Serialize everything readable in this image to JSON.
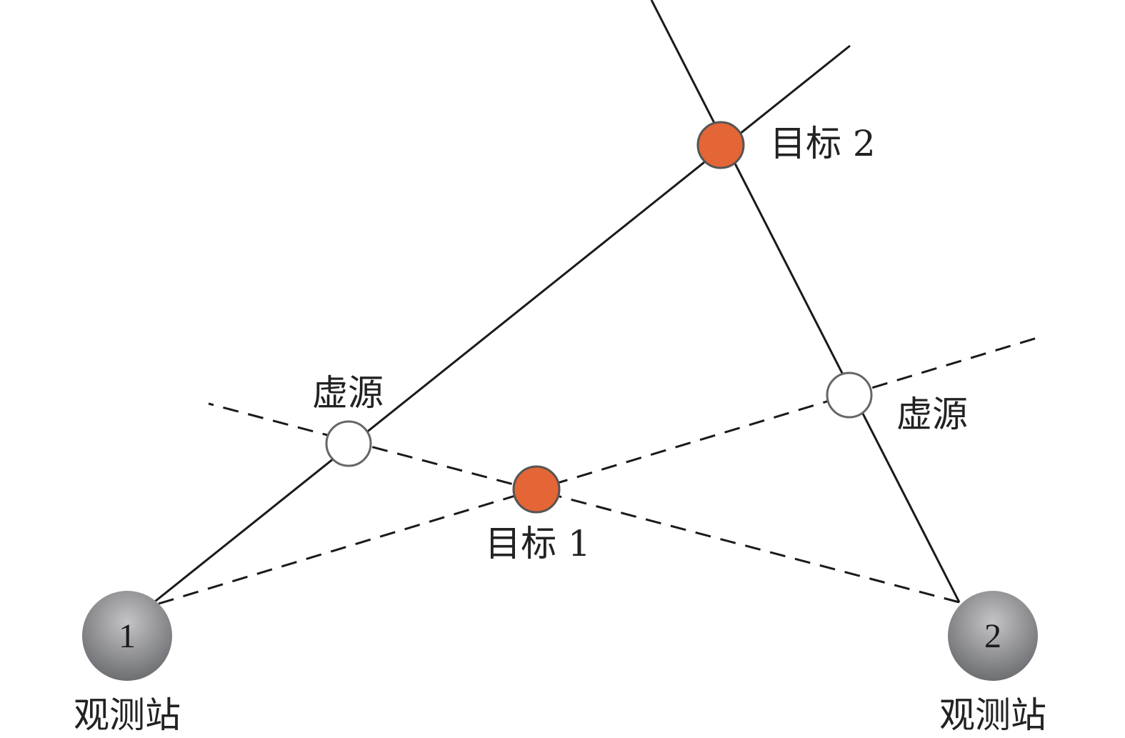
{
  "diagram": {
    "colors": {
      "line": "#1a1a1a",
      "target_fill": "#e46535",
      "target_stroke": "#555555",
      "ghost_fill": "#ffffff",
      "ghost_stroke": "#666666",
      "station_light": "#c4c4c6",
      "station_dark": "#6d6e71"
    },
    "stations": [
      {
        "number": "1",
        "label": "观测站"
      },
      {
        "number": "2",
        "label": "观测站"
      }
    ],
    "targets": [
      {
        "label": "目标 1"
      },
      {
        "label": "目标 2"
      }
    ],
    "ghost_sources": [
      {
        "label": "虚源"
      },
      {
        "label": "虚源"
      }
    ]
  }
}
